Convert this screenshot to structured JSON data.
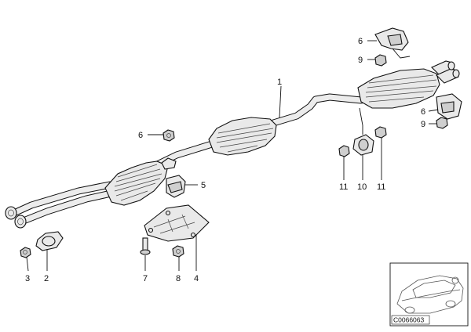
{
  "diagram": {
    "callouts": {
      "c1": "1",
      "c2": "2",
      "c3": "3",
      "c4": "4",
      "c5": "5",
      "c6_center": "6",
      "c6_top_right": "6",
      "c6_mid_right": "6",
      "c7": "7",
      "c8": "8",
      "c9_top_right": "9",
      "c9_mid_right": "9",
      "c10": "10",
      "c11_left": "11",
      "c11_right": "11"
    },
    "inset": {
      "catalog_number": "C0066063"
    }
  }
}
